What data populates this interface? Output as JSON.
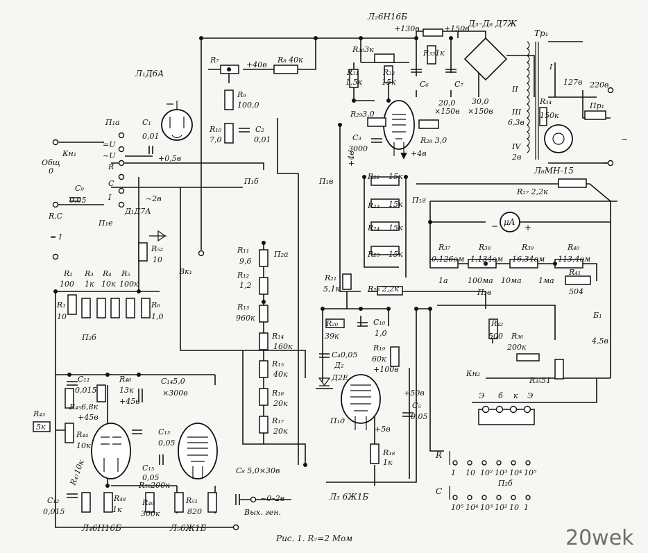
{
  "caption": "Рис. 1. R₇=2 Мом",
  "watermark": "20wek",
  "colors": {
    "ink": "#111111",
    "paper": "#f7f6f2",
    "watermark": "#6e6e6e"
  },
  "tubes": {
    "L1": "Л₁Д6А",
    "L2": "Л₂6Н16Б",
    "L3": "Л₃ 6Ж1Б",
    "L4": "Л₄6Н16Б",
    "L5": "Л₅6Ж1Б",
    "L6": "Л₆МН-15"
  },
  "power": {
    "v130": "+130в",
    "v150": "+150в",
    "diodes": "Д₃–Д₆ Д7Ж",
    "tr": "Тр₁",
    "w1": "I",
    "w2": "II",
    "w3": "III",
    "w3v": "6,3в",
    "w4": "IV",
    "w4v": "2в",
    "v127": "127в",
    "v220": "220в",
    "fuse": "Пр₁",
    "ac": "~",
    "c6": "C₆",
    "c7": "C₇",
    "c6v": "20,0",
    "c6v2": "×150в",
    "c7v": "30,0",
    "c7v2": "×150в",
    "r33": "R₃₃1к",
    "r34": "R₃₄",
    "r34v": "150к",
    "plus4": "+4в",
    "plus4b": "+4в"
  },
  "inputs": {
    "common": "Общ",
    "zero": "0",
    "kn1": "Кн₁",
    "p1a": "П₁а",
    "eqU": "=U",
    "acU": "~U",
    "R": "R",
    "C": "C",
    "I": "I",
    "RC": "R,C",
    "eqI": "= I",
    "p1e": "П₁е",
    "ac2": "~2в",
    "d1": "Д₁Д7А",
    "r52": "R₅₂",
    "r52v": "10",
    "c9": "C₉",
    "c9v": "0,05",
    "c1": "C₁",
    "c1v": "0,01",
    "plus05": "+0,5в",
    "vk1": "Вк₁"
  },
  "divider": {
    "r7": "R₇",
    "plus40": "+40в",
    "r8": "R₈ 40к",
    "r9": "R₉",
    "r9v": "100,0",
    "r10": "R₁₀",
    "r10v": "7,0",
    "c2": "C₂",
    "c2v": "0,01",
    "p1b": "П₁б",
    "p1v": "П₁в",
    "p2a": "П₂а",
    "r11": "R₁₁",
    "r11v": "9,6",
    "r12": "R₁₂",
    "r12v": "1,2",
    "r13": "R₁₃",
    "r13v": "960к",
    "r14": "R₁₄",
    "r14v": "160к",
    "r15": "R₁₅",
    "r15v": "40к",
    "r16": "R₁₆",
    "r16v": "20к",
    "r17": "R₁₇",
    "r17v": "20к"
  },
  "range": {
    "r2": "R₂",
    "r2v": "100",
    "r3": "R₃",
    "r3v": "1к",
    "r4": "R₄",
    "r4v": "10к",
    "r5": "R₅",
    "r5v": "100к",
    "r1": "R₁",
    "r1v": "10",
    "r6": "R₆",
    "r6v": "1,0",
    "p2b": "П₂б"
  },
  "amp": {
    "r30": "R₃₀3к",
    "r31": "R₃₁",
    "r31v": "1,5к",
    "r32": "R₃₂",
    "r32v": "15к",
    "r29": "R₂₉3,0",
    "c3": "C₃",
    "c3v": "3000",
    "r28": "R₂₈ 3,0",
    "r22": "R₂₂",
    "r23": "R₂₃",
    "r24": "R₂₄",
    "r25": "R₂₅",
    "rv15": "15к",
    "p1g": "П₁г",
    "r27": "R₂₇ 2,2к",
    "ua": "μA",
    "minus": "−",
    "plus": "+",
    "r37": "R₃₇",
    "r37v": "0,126ом",
    "r38": "R₃₈",
    "r38v": "1,134ом",
    "r39": "R₃₉",
    "r39v": "16,34ом",
    "r40": "R₄₀",
    "r40v": "113,4ом",
    "r41": "R₄₁",
    "r41v": "504",
    "ma1": "1а",
    "ma100": "100ма",
    "ma10": "10ма",
    "ma1b": "1ма",
    "r26": "R₂₆ 2,2к",
    "p2v": "П₂в",
    "r21": "R₂₁",
    "r21v": "5,1к",
    "r20": "R₂₀",
    "r20v": "39к",
    "c10": "C₁₀",
    "c10v": "1,0",
    "c4": "C₄0,05",
    "d2": "Д₂",
    "d2v": "Д2Е",
    "r19": "R₁₉",
    "r19v": "60к",
    "plus100": "+100в",
    "plus50": "+50в",
    "c5": "C₅",
    "c5v": "0,05",
    "p1d": "П₁д",
    "plus5": "+5в",
    "r18": "R₁₈",
    "r18v": "1к"
  },
  "battery": {
    "r42": "R₄₂",
    "r42v": "500",
    "r36": "R₃₆",
    "r36v": "200к",
    "b1": "Б₁",
    "b1v": "4,5в",
    "kn2": "Кн₂",
    "r35": "R₃₅51",
    "e1": "Э",
    "b": "б",
    "k": "к",
    "e2": "Э"
  },
  "generator": {
    "r43": "R₄₃",
    "r43v": "5к",
    "c11": "C₁₁",
    "c11v": "0,015",
    "r46": "R₄₆",
    "r46v": "13к",
    "plus45": "+45в",
    "c14": "C₁₄5,0",
    "c14v": "×300в",
    "r45": "R₄₅6,8к",
    "plus45b": "+45в",
    "r44": "R₄₄",
    "r44v": "10к",
    "c13": "C₁₃",
    "c13v": "0,05",
    "c15": "C₁₅",
    "c15v": "0,05",
    "r47": "R₄₇10к",
    "r50": "R₅₀200к",
    "r48": "R₄₈",
    "r48v": "1к",
    "r49": "R₄₉",
    "r49v": "300к",
    "r51": "R₅₁",
    "r51v": "820",
    "c12": "C₁₂",
    "c12v": "0,015",
    "c8": "C₈ 5,0×30в",
    "out": "~0–2в",
    "outlbl": "Вых. ген."
  },
  "switch_table": {
    "rlabel": "R",
    "clabel": "C",
    "name": "П₂б",
    "r_values": [
      "1",
      "10",
      "10²",
      "10³",
      "10⁴",
      "10⁵"
    ],
    "c_values": [
      "10⁵",
      "10⁴",
      "10³",
      "10²",
      "10",
      "1"
    ]
  }
}
